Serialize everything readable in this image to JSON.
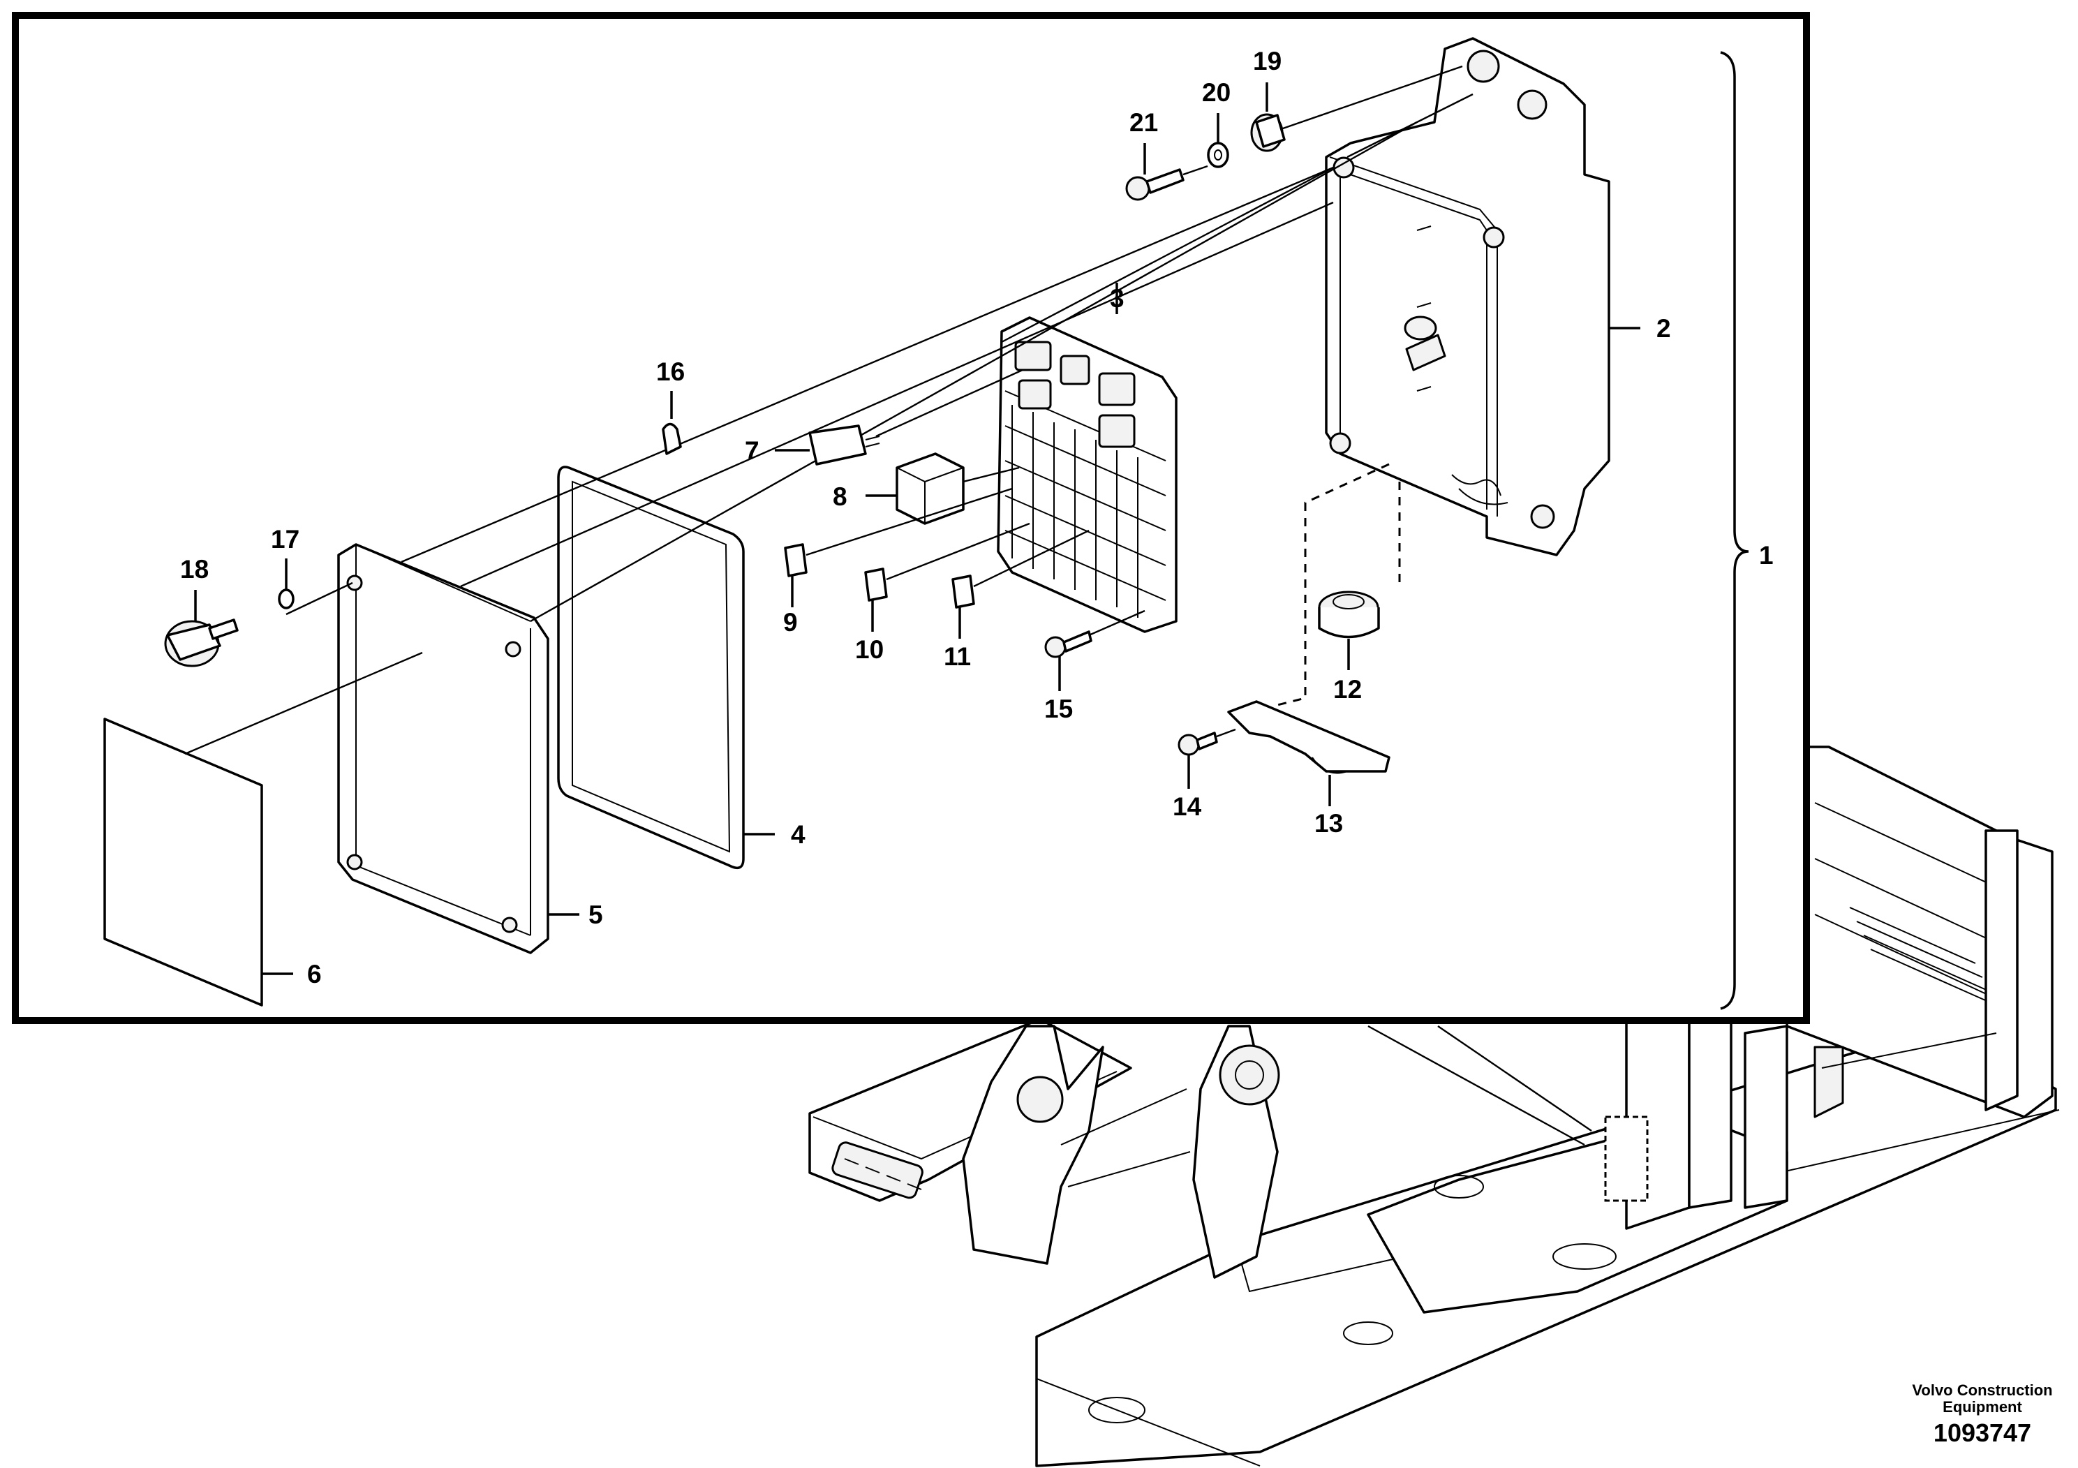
{
  "diagram": {
    "callouts": [
      "1",
      "2",
      "3",
      "4",
      "5",
      "6",
      "7",
      "8",
      "9",
      "10",
      "11",
      "12",
      "13",
      "14",
      "15",
      "16",
      "17",
      "18",
      "19",
      "20",
      "21"
    ]
  },
  "footer": {
    "publisher_line1": "Volvo Construction",
    "publisher_line2": "Equipment",
    "figure_number": "1093747"
  }
}
